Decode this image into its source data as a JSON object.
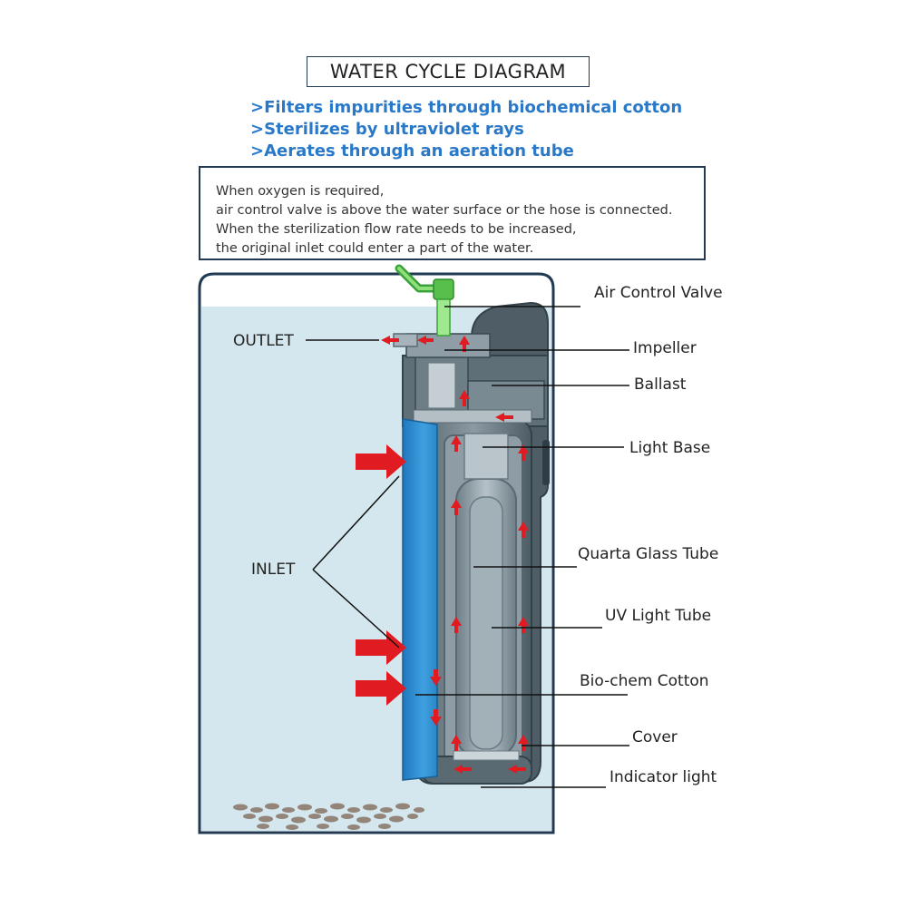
{
  "title": "WATER CYCLE DIAGRAM",
  "features": [
    ">Filters impurities through biochemical cotton",
    ">Sterilizes by ultraviolet rays",
    ">Aerates through an aeration tube"
  ],
  "note_lines": [
    "When oxygen is required,",
    "air control valve is above the water surface or the hose is connected.",
    "When the sterilization flow rate needs to be increased,",
    "the original inlet could enter a part of the water."
  ],
  "labels": {
    "outlet": "OUTLET",
    "inlet": "INLET",
    "air_control_valve": "Air Control Valve",
    "impeller": "Impeller",
    "ballast": "Ballast",
    "light_base": "Light Base",
    "quartz_glass_tube": "Quarta Glass Tube",
    "uv_light_tube": "UV Light Tube",
    "bio_chem_cotton": "Bio-chem Cotton",
    "cover": "Cover",
    "indicator_light": "Indicator light"
  },
  "colors": {
    "tank_border": "#1f3a52",
    "water": "#d4e7ee",
    "filter_body": "#6e7f88",
    "inlet_panel": "#2f8fd3",
    "flow_arrow": "#e11b22",
    "valve": "#5cc24a",
    "feature_text": "#2a78c8"
  }
}
